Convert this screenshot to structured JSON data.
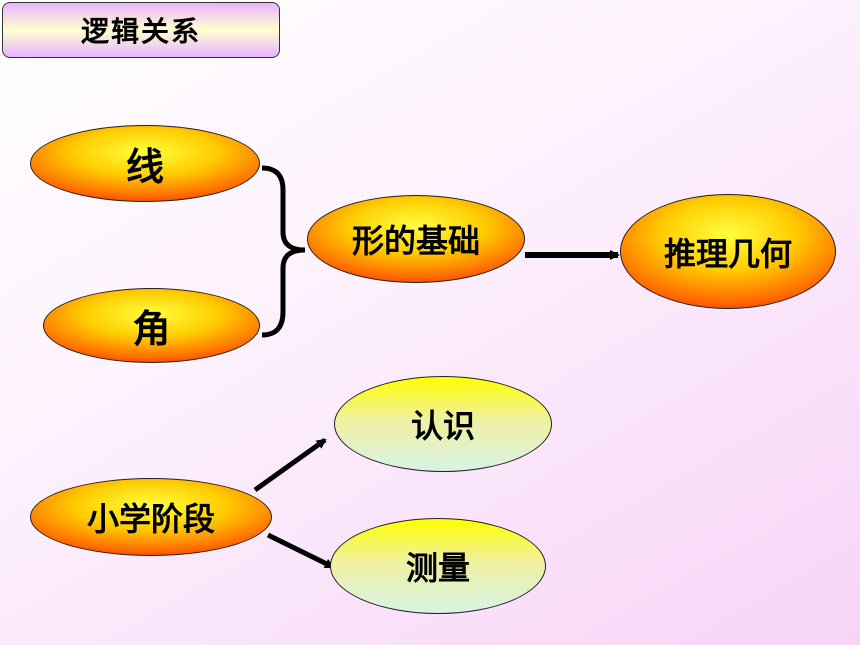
{
  "title": "逻辑关系",
  "nodes": {
    "line": "线",
    "angle": "角",
    "shape_basis": "形的基础",
    "deductive_geometry": "推理几何",
    "primary_stage": "小学阶段",
    "recognize": "认识",
    "measure": "测量"
  }
}
